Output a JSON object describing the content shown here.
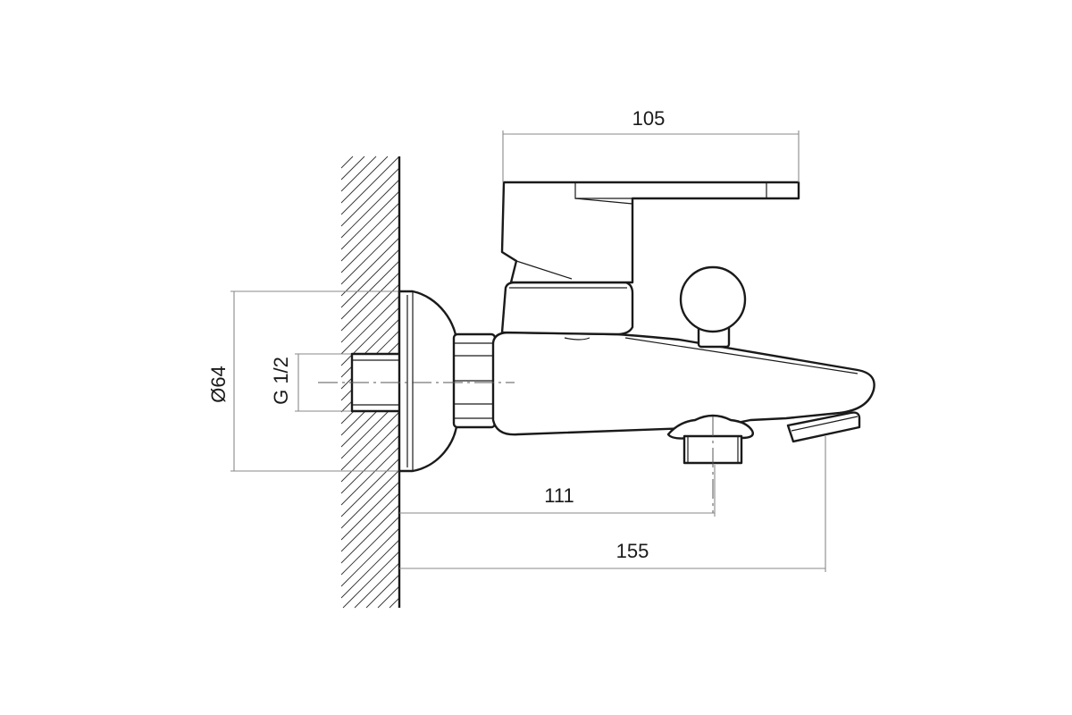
{
  "drawing": {
    "dimensions": {
      "handle_length": "105",
      "flange_diameter": "Ø64",
      "thread": "G 1/2",
      "diverter_offset": "111",
      "spout_offset": "155"
    }
  }
}
